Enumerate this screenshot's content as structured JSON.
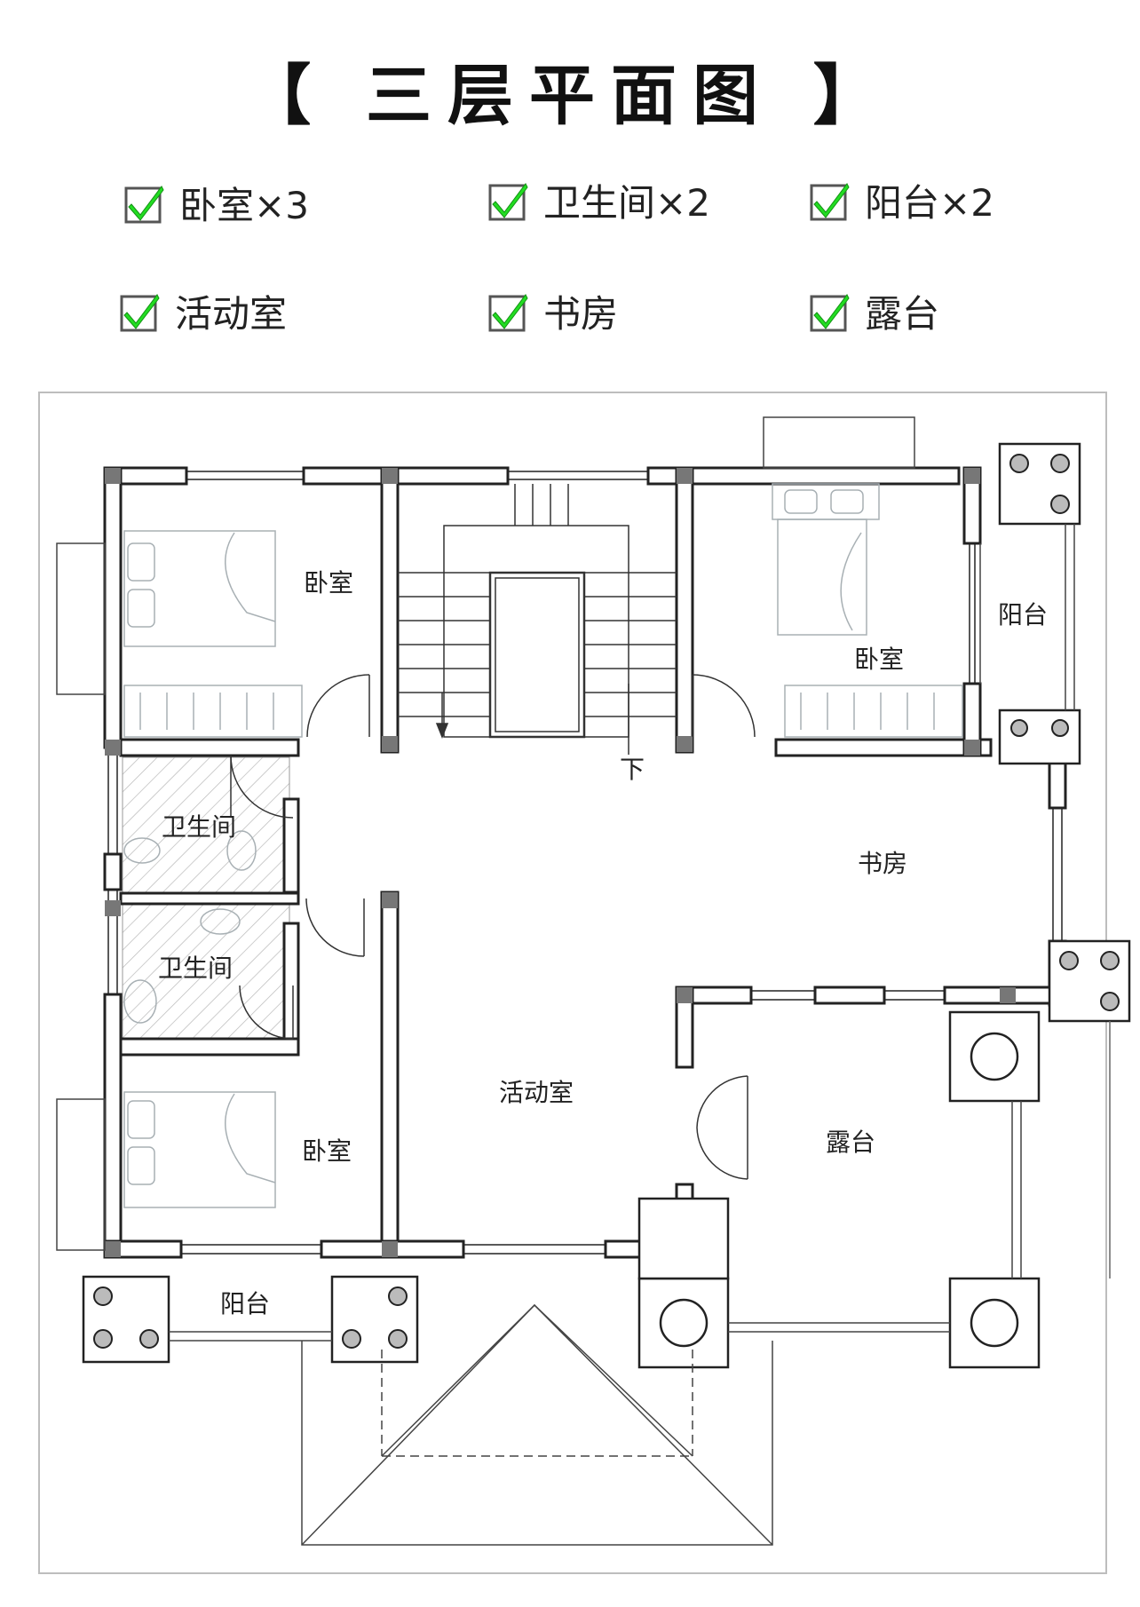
{
  "title": "【 三层平面图 】",
  "features": [
    {
      "label": "卧室×3"
    },
    {
      "label": "卫生间×2"
    },
    {
      "label": "阳台×2"
    },
    {
      "label": "活动室"
    },
    {
      "label": "书房"
    },
    {
      "label": "露台"
    }
  ],
  "rooms": {
    "bedroom_nw": "卧室",
    "bedroom_ne": "卧室",
    "bedroom_sw": "卧室",
    "balcony_e": "阳台",
    "balcony_s": "阳台",
    "bath_1": "卫生间",
    "bath_2": "卫生间",
    "study": "书房",
    "activity": "活动室",
    "terrace": "露台",
    "stair_down": "下"
  },
  "colors": {
    "check_fill": "#22dd22",
    "check_border": "#555555",
    "wall": "#ffffff",
    "wall_stroke": "#222222",
    "column": "#777777",
    "furniture": "#a8b0b4",
    "hatch": "#b8b8b8"
  }
}
